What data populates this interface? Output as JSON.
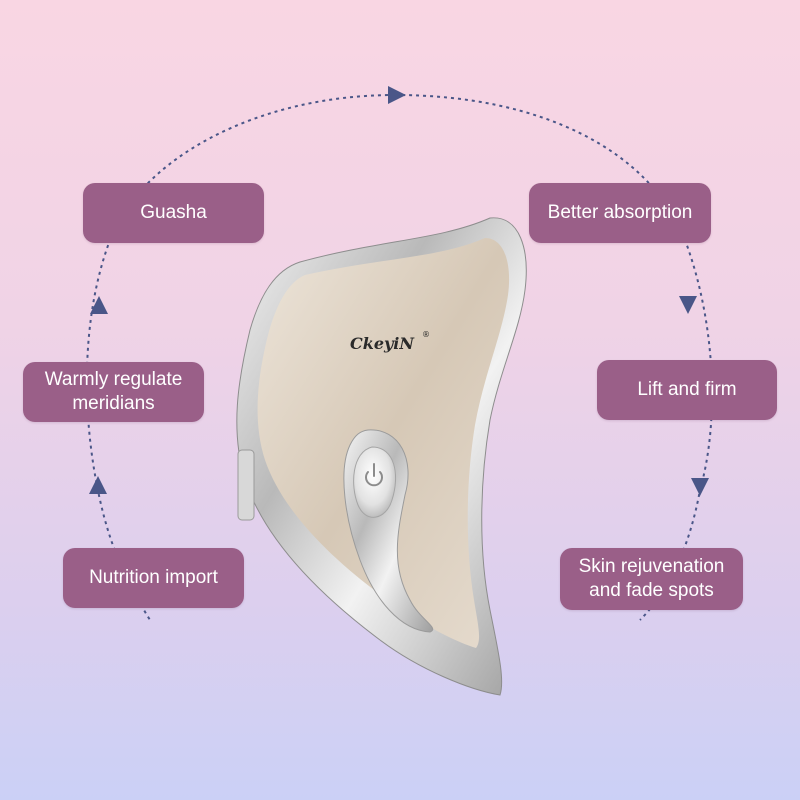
{
  "brand": {
    "logo_text": "CkeyiN",
    "trademark": "®"
  },
  "features": {
    "guasha": "Guasha",
    "better_absorption": "Better absorption",
    "warmly_regulate": [
      "Warmly regulate",
      "meridians"
    ],
    "lift_and_firm": "Lift and firm",
    "nutrition_import": "Nutrition import",
    "skin_rejuvenation": [
      "Skin rejuvenation",
      "and fade spots"
    ]
  },
  "colors": {
    "label_background": "#9a5f88",
    "label_text": "#ffffff",
    "cycle_line": "#4a5688",
    "background_top": "#f9d6e3",
    "background_bottom": "#cbd0f6",
    "device_body": "#d9cdbd"
  },
  "icons": [
    "cycle-arrow-icon",
    "power-icon"
  ]
}
